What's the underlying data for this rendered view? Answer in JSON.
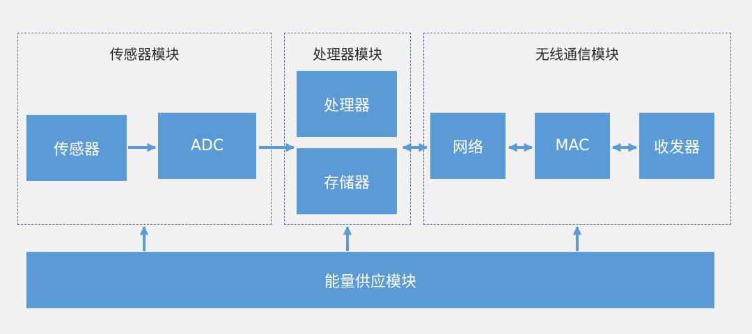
{
  "colors": {
    "background": "#f1f1f1",
    "box": "#5b9bd5",
    "arrow": "#5b9bd5",
    "group_border": "#4a6fa5"
  },
  "groups": {
    "sensor": {
      "title": "传感器模块"
    },
    "processor": {
      "title": "处理器模块"
    },
    "wireless": {
      "title": "无线通信模块"
    }
  },
  "nodes": {
    "sensor": "传感器",
    "adc": "ADC",
    "processor": "处理器",
    "memory": "存储器",
    "network": "网络",
    "mac": "MAC",
    "transceiver": "收发器",
    "power": "能量供应模块"
  },
  "edges": [
    {
      "from": "sensor",
      "to": "adc",
      "direction": "forward"
    },
    {
      "from": "adc",
      "to": "processor-module",
      "direction": "forward"
    },
    {
      "from": "processor-module",
      "to": "network",
      "direction": "both"
    },
    {
      "from": "network",
      "to": "mac",
      "direction": "both"
    },
    {
      "from": "mac",
      "to": "transceiver",
      "direction": "both"
    },
    {
      "from": "power",
      "to": "sensor-module",
      "direction": "forward"
    },
    {
      "from": "power",
      "to": "processor-module",
      "direction": "forward"
    },
    {
      "from": "power",
      "to": "wireless-module",
      "direction": "forward"
    }
  ]
}
